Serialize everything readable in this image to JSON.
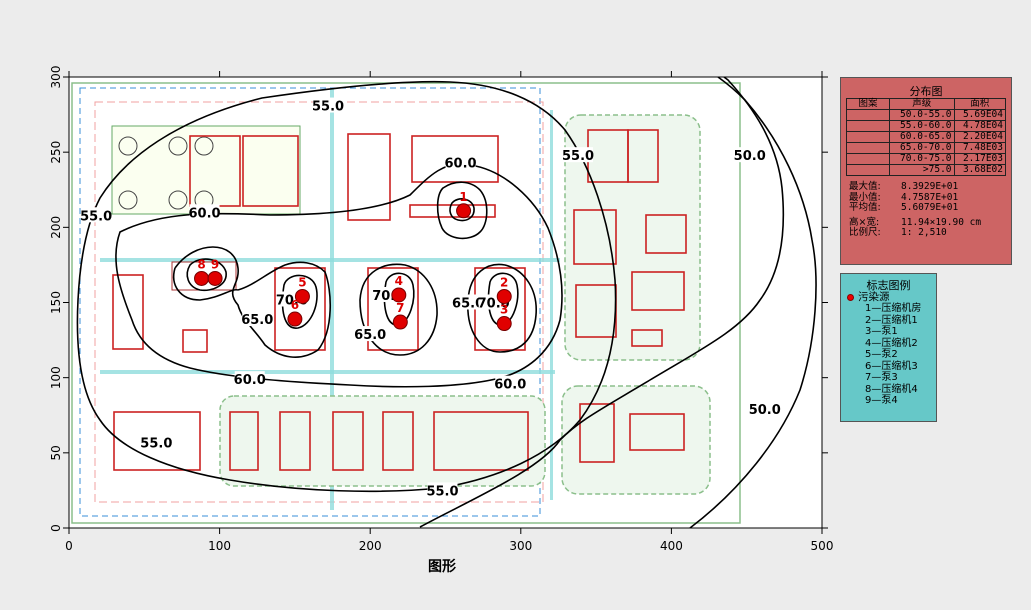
{
  "chart_data": {
    "type": "contour",
    "xlabel": "图形",
    "ylabel": "",
    "xlim": [
      0,
      500
    ],
    "ylim": [
      0,
      300
    ],
    "xticks": [
      0,
      100,
      200,
      300,
      400,
      500
    ],
    "yticks": [
      0,
      50,
      100,
      150,
      200,
      250,
      300
    ],
    "contour_levels": [
      {
        "value": "55.0",
        "labels": [
          {
            "x": 172,
            "y": 281
          },
          {
            "x": 338,
            "y": 248
          },
          {
            "x": 18,
            "y": 208
          },
          {
            "x": 58,
            "y": 57
          },
          {
            "x": 248,
            "y": 25
          }
        ]
      },
      {
        "value": "60.0",
        "labels": [
          {
            "x": 260,
            "y": 243
          },
          {
            "x": 90,
            "y": 210
          },
          {
            "x": 120,
            "y": 99
          },
          {
            "x": 293,
            "y": 96
          }
        ]
      },
      {
        "value": "65.0",
        "labels": [
          {
            "x": 125,
            "y": 139
          },
          {
            "x": 200,
            "y": 129
          },
          {
            "x": 265,
            "y": 150
          }
        ]
      },
      {
        "value": "70.0",
        "labels": [
          {
            "x": 148,
            "y": 152
          },
          {
            "x": 212,
            "y": 155
          },
          {
            "x": 282,
            "y": 150
          }
        ]
      },
      {
        "value": "50.0",
        "labels": [
          {
            "x": 452,
            "y": 248
          },
          {
            "x": 462,
            "y": 79
          }
        ]
      }
    ],
    "sources": [
      {
        "id": "1",
        "x": 262,
        "y": 211
      },
      {
        "id": "2",
        "x": 289,
        "y": 154
      },
      {
        "id": "3",
        "x": 289,
        "y": 136
      },
      {
        "id": "4",
        "x": 219,
        "y": 155
      },
      {
        "id": "5",
        "x": 155,
        "y": 154
      },
      {
        "id": "6",
        "x": 150,
        "y": 139
      },
      {
        "id": "7",
        "x": 220,
        "y": 137
      },
      {
        "id": "8",
        "x": 88,
        "y": 166
      },
      {
        "id": "9",
        "x": 97,
        "y": 166
      }
    ]
  },
  "distribution": {
    "title": "分布图",
    "headers": [
      "图案",
      "声级",
      "面积"
    ],
    "rows": [
      {
        "range": "50.0-55.0",
        "area": "5.69E04"
      },
      {
        "range": "55.0-60.0",
        "area": "4.78E04"
      },
      {
        "range": "60.0-65.0",
        "area": "2.20E04"
      },
      {
        "range": "65.0-70.0",
        "area": "7.48E03"
      },
      {
        "range": "70.0-75.0",
        "area": "2.17E03"
      },
      {
        "range": ">75.0",
        "area": "3.68E02"
      }
    ],
    "stats": [
      {
        "label": "最大值:",
        "value": "8.3929E+01"
      },
      {
        "label": "最小值:",
        "value": "4.7587E+01"
      },
      {
        "label": "平均值:",
        "value": "5.6079E+01"
      },
      {
        "label": "高×宽:",
        "value": "11.94×19.90 cm"
      },
      {
        "label": "比例尺:",
        "value": "1: 2,510"
      }
    ]
  },
  "legend": {
    "title": "标志图例",
    "heading": "污染源",
    "items": [
      "1—压缩机房",
      "2—压缩机1",
      "3—泵1",
      "4—压缩机2",
      "5—泵2",
      "6—压缩机3",
      "7—泵3",
      "8—压缩机4",
      "9—泵4"
    ]
  },
  "colors": {
    "dist_panel": "#cd6464",
    "legend_panel": "#66c8c8",
    "source_fill": "#e00000",
    "building_outline": "#cc2222",
    "contour": "#000000"
  }
}
